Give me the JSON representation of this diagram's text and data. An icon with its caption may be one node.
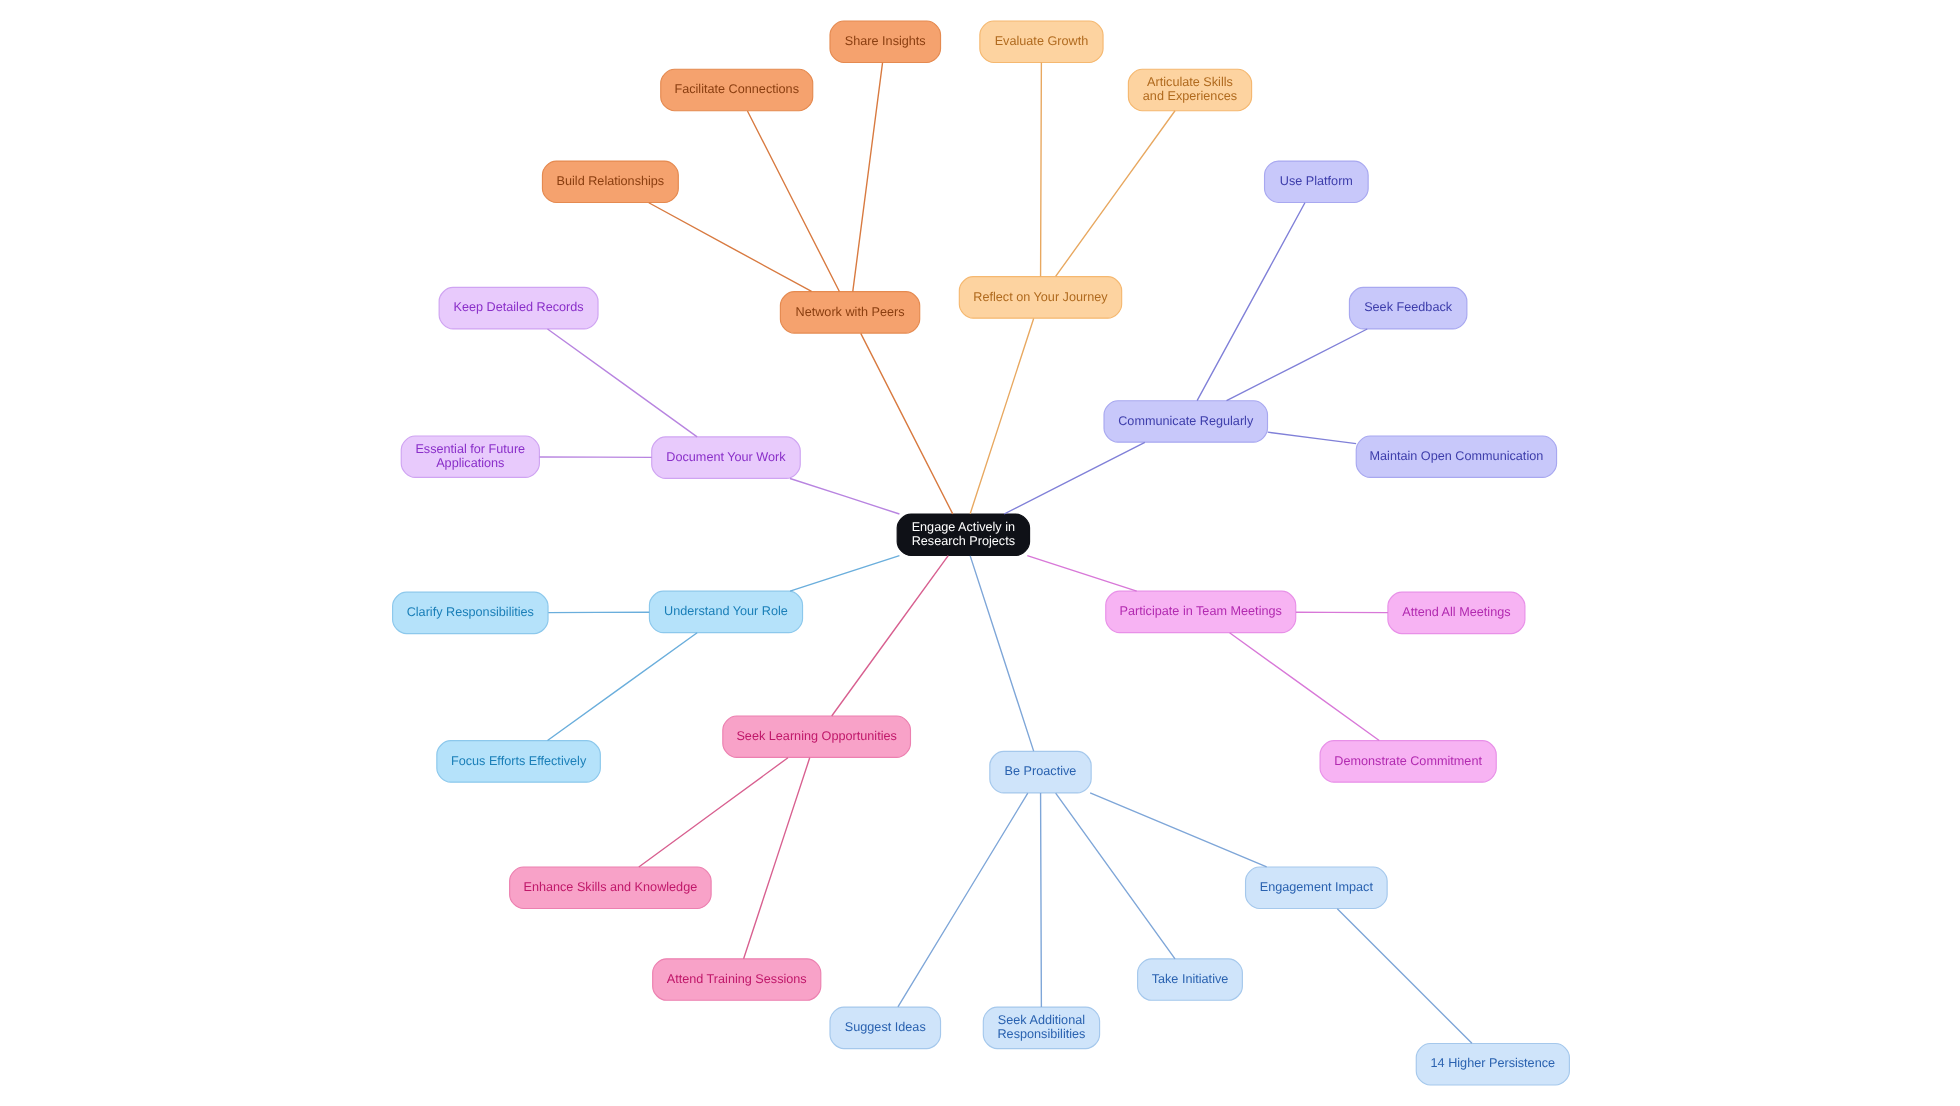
{
  "diagram": {
    "nodes": [
      {
        "text": [
          "Engage Actively in Research Projects"
        ]
      },
      {
        "text": [
          "Communicate Regularly"
        ]
      },
      {
        "text": [
          "Maintain Open Communication"
        ]
      },
      {
        "text": [
          "Seek Feedback"
        ]
      },
      {
        "text": [
          "Use Platform"
        ]
      },
      {
        "text": [
          "Reflect on Your Journey"
        ]
      },
      {
        "text": [
          "Articulate Skills and Experiences"
        ]
      },
      {
        "text": [
          "Evaluate Growth"
        ]
      },
      {
        "text": [
          "Network with Peers"
        ]
      },
      {
        "text": [
          "Share Insights"
        ]
      },
      {
        "text": [
          "Facilitate Connections"
        ]
      },
      {
        "text": [
          "Build Relationships"
        ]
      },
      {
        "text": [
          "Document Your Work"
        ]
      },
      {
        "text": [
          "Keep Detailed Records"
        ]
      },
      {
        "text": [
          "Essential for Future Applications"
        ]
      },
      {
        "text": [
          "Understand Your Role"
        ]
      },
      {
        "text": [
          "Clarify Responsibilities"
        ]
      },
      {
        "text": [
          "Focus Efforts Effectively"
        ]
      },
      {
        "text": [
          "Seek Learning Opportunities"
        ]
      },
      {
        "text": [
          "Enhance Skills and Knowledge"
        ]
      },
      {
        "text": [
          "Attend Training Sessions"
        ]
      },
      {
        "text": [
          "Be Proactive"
        ]
      },
      {
        "text": [
          "Suggest Ideas"
        ]
      },
      {
        "text": [
          "Seek Additional Responsibilities"
        ]
      },
      {
        "text": [
          "Take Initiative"
        ]
      },
      {
        "text": [
          "Engagement Impact"
        ]
      },
      {
        "text": [
          "14 Higher Persistence"
        ]
      },
      {
        "text": [
          "Participate in Team Meetings"
        ]
      },
      {
        "text": [
          "Demonstrate Commitment"
        ]
      },
      {
        "text": [
          "Attend All Meetings"
        ]
      }
    ],
    "edges": [
      {
        "from": 0,
        "to": 1,
        "arrow": "none",
        "color": "#8080d8"
      },
      {
        "from": 1,
        "to": 2,
        "arrow": "none",
        "color": "#8080d8"
      },
      {
        "from": 1,
        "to": 3,
        "arrow": "none",
        "color": "#8080d8"
      },
      {
        "from": 1,
        "to": 4,
        "arrow": "none",
        "color": "#8080d8"
      },
      {
        "from": 0,
        "to": 5,
        "arrow": "none",
        "color": "#e8a860"
      },
      {
        "from": 5,
        "to": 6,
        "arrow": "none",
        "color": "#e8a860"
      },
      {
        "from": 5,
        "to": 7,
        "arrow": "none",
        "color": "#e8a860"
      },
      {
        "from": 0,
        "to": 8,
        "arrow": "none",
        "color": "#d87a40"
      },
      {
        "from": 8,
        "to": 9,
        "arrow": "none",
        "color": "#d87a40"
      },
      {
        "from": 8,
        "to": 10,
        "arrow": "none",
        "color": "#d87a40"
      },
      {
        "from": 8,
        "to": 11,
        "arrow": "none",
        "color": "#d87a40"
      },
      {
        "from": 0,
        "to": 12,
        "arrow": "none",
        "color": "#b884e0"
      },
      {
        "from": 12,
        "to": 13,
        "arrow": "none",
        "color": "#b884e0"
      },
      {
        "from": 12,
        "to": 14,
        "arrow": "none",
        "color": "#b884e0"
      },
      {
        "from": 0,
        "to": 15,
        "arrow": "none",
        "color": "#6aaedc"
      },
      {
        "from": 15,
        "to": 16,
        "arrow": "none",
        "color": "#6aaedc"
      },
      {
        "from": 15,
        "to": 17,
        "arrow": "none",
        "color": "#6aaedc"
      },
      {
        "from": 0,
        "to": 18,
        "arrow": "none",
        "color": "#d86090"
      },
      {
        "from": 18,
        "to": 19,
        "arrow": "none",
        "color": "#d86090"
      },
      {
        "from": 18,
        "to": 20,
        "arrow": "none",
        "color": "#d86090"
      },
      {
        "from": 0,
        "to": 21,
        "arrow": "none",
        "color": "#7ea6d8"
      },
      {
        "from": 21,
        "to": 22,
        "arrow": "none",
        "color": "#7ea6d8"
      },
      {
        "from": 21,
        "to": 23,
        "arrow": "none",
        "color": "#7ea6d8"
      },
      {
        "from": 21,
        "to": 24,
        "arrow": "none",
        "color": "#7ea6d8"
      },
      {
        "from": 21,
        "to": 25,
        "arrow": "none",
        "color": "#7ea6d8"
      },
      {
        "from": 25,
        "to": 26,
        "arrow": "none",
        "color": "#7ea6d8"
      },
      {
        "from": 0,
        "to": 27,
        "arrow": "none",
        "color": "#d878d8"
      },
      {
        "from": 27,
        "to": 28,
        "arrow": "none",
        "color": "#d878d8"
      },
      {
        "from": 27,
        "to": 29,
        "arrow": "none",
        "color": "#d878d8"
      }
    ]
  }
}
